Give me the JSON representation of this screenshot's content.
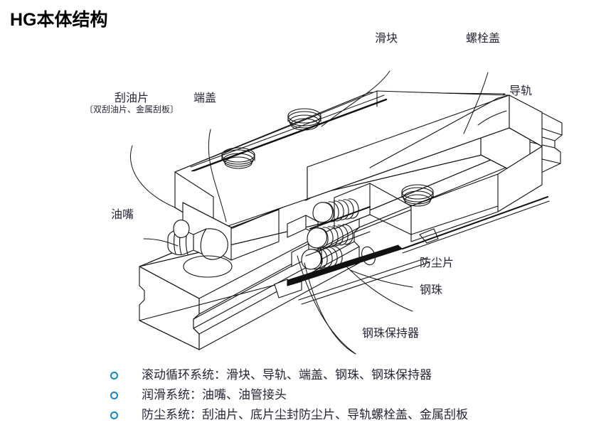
{
  "title": "HG本体结构",
  "diagram": {
    "type": "linear-guideway-cutaway",
    "callouts": [
      {
        "id": "oil-scraper",
        "label": "刮油片",
        "sub": "〔双刮油片、金属刮板〕"
      },
      {
        "id": "end-cap",
        "label": "端盖",
        "sub": ""
      },
      {
        "id": "carriage",
        "label": "滑块",
        "sub": ""
      },
      {
        "id": "bolt-cover",
        "label": "螺栓盖",
        "sub": ""
      },
      {
        "id": "rail",
        "label": "导轨",
        "sub": ""
      },
      {
        "id": "grease-nipple",
        "label": "油嘴",
        "sub": ""
      },
      {
        "id": "dust-seal",
        "label": "防尘片",
        "sub": ""
      },
      {
        "id": "steel-ball",
        "label": "钢珠",
        "sub": ""
      },
      {
        "id": "ball-retainer",
        "label": "钢珠保持器",
        "sub": ""
      }
    ]
  },
  "legend": {
    "bullet_color": "#1286c9",
    "items": [
      {
        "text": "滚动循环系统：滑块、导轨、端盖、钢珠、钢珠保持器"
      },
      {
        "text": "润滑系统：油嘴、油管接头"
      },
      {
        "text": "防尘系统：刮油片、底片尘封防尘片、导轨螺栓盖、金属刮板"
      }
    ]
  }
}
